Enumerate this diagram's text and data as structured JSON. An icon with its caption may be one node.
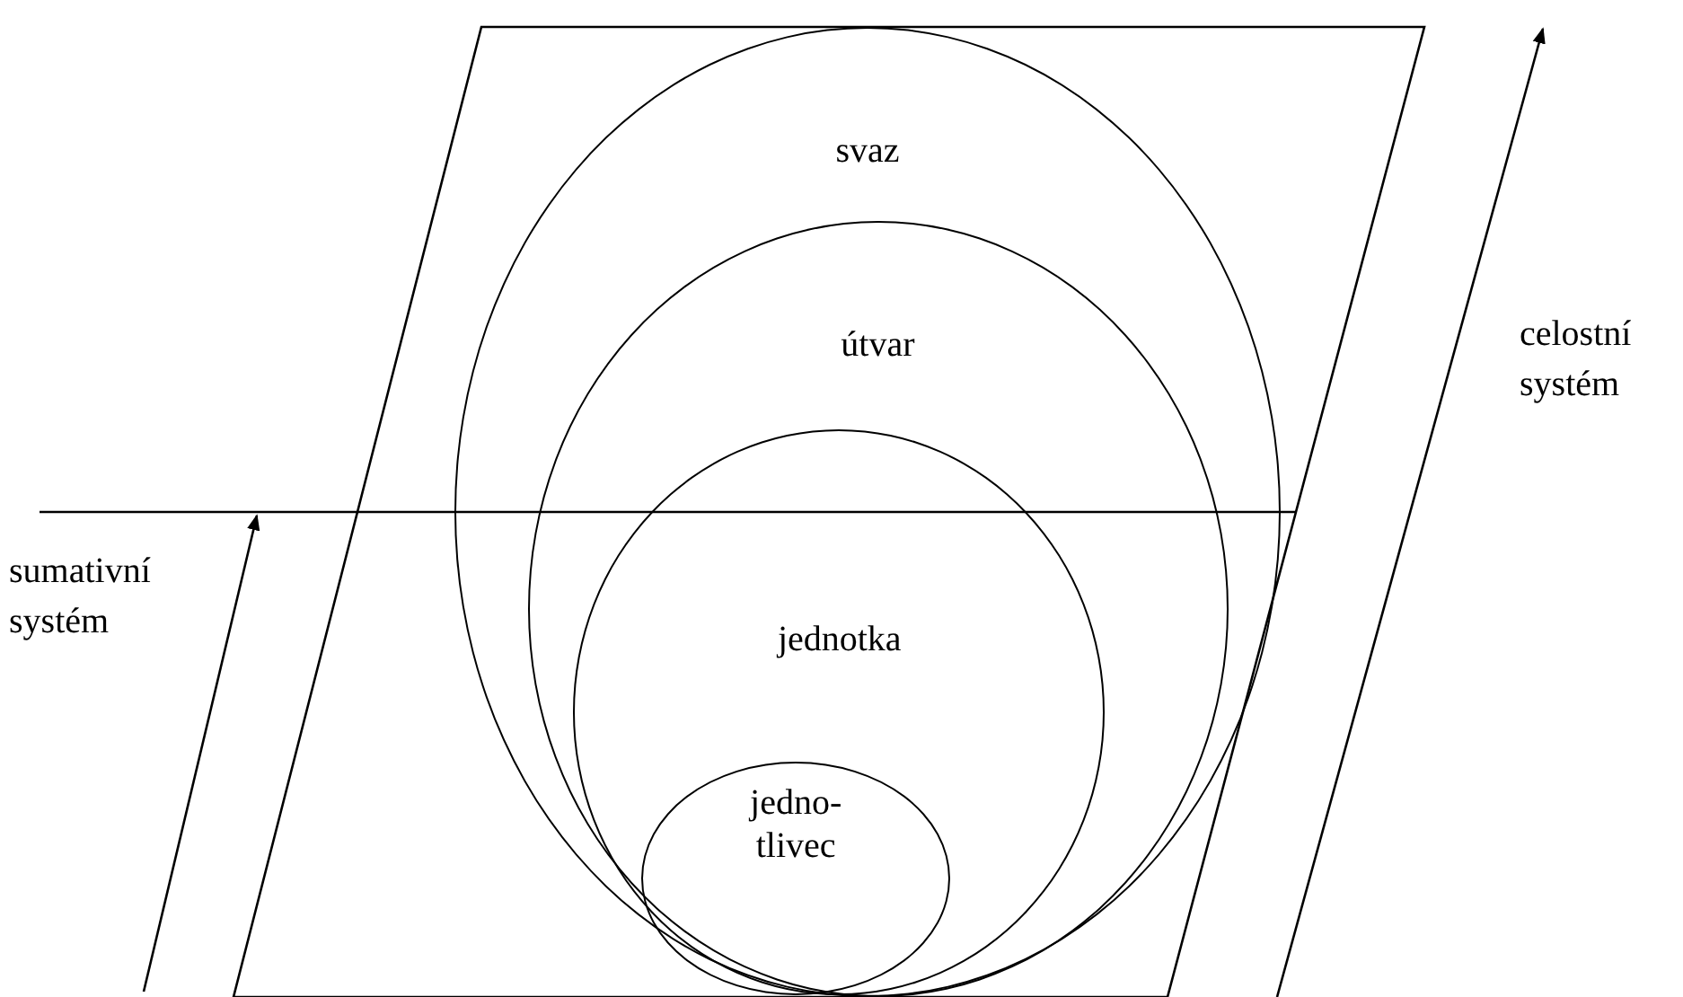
{
  "diagram": {
    "nodes": [
      {
        "text": [
          "svaz"
        ]
      },
      {
        "text": [
          "útvar"
        ],
        "in": 0
      },
      {
        "text": [
          "jednotka"
        ],
        "in": 1
      },
      {
        "text": [
          "jedno- tlivec"
        ],
        "in": 2
      }
    ],
    "edges": [],
    "labels": [
      "celostní systém",
      "sumativní systém"
    ]
  }
}
